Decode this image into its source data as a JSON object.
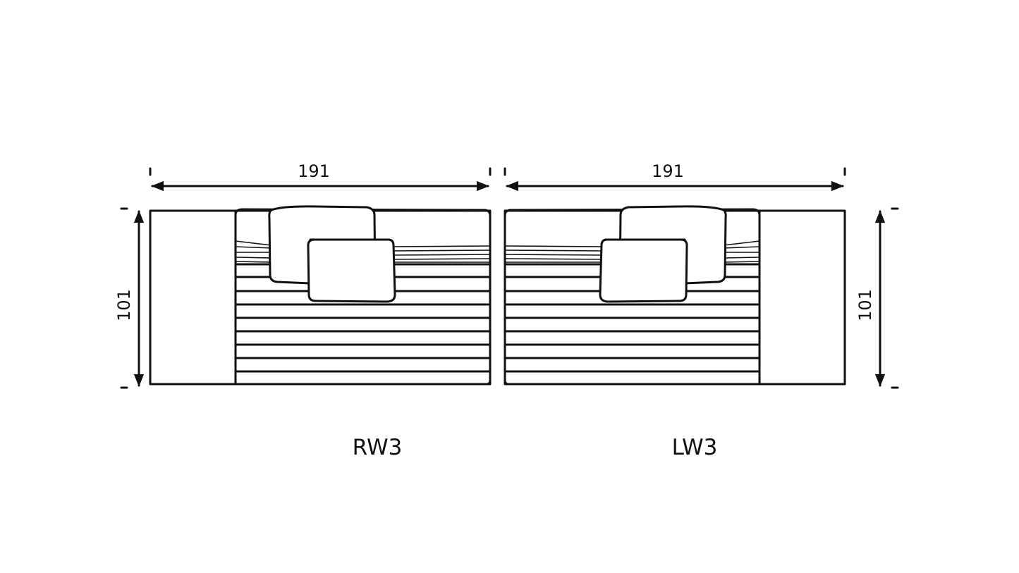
{
  "modules": [
    {
      "code": "RW3",
      "width": "191",
      "depth": "101"
    },
    {
      "code": "LW3",
      "width": "191",
      "depth": "101"
    }
  ]
}
